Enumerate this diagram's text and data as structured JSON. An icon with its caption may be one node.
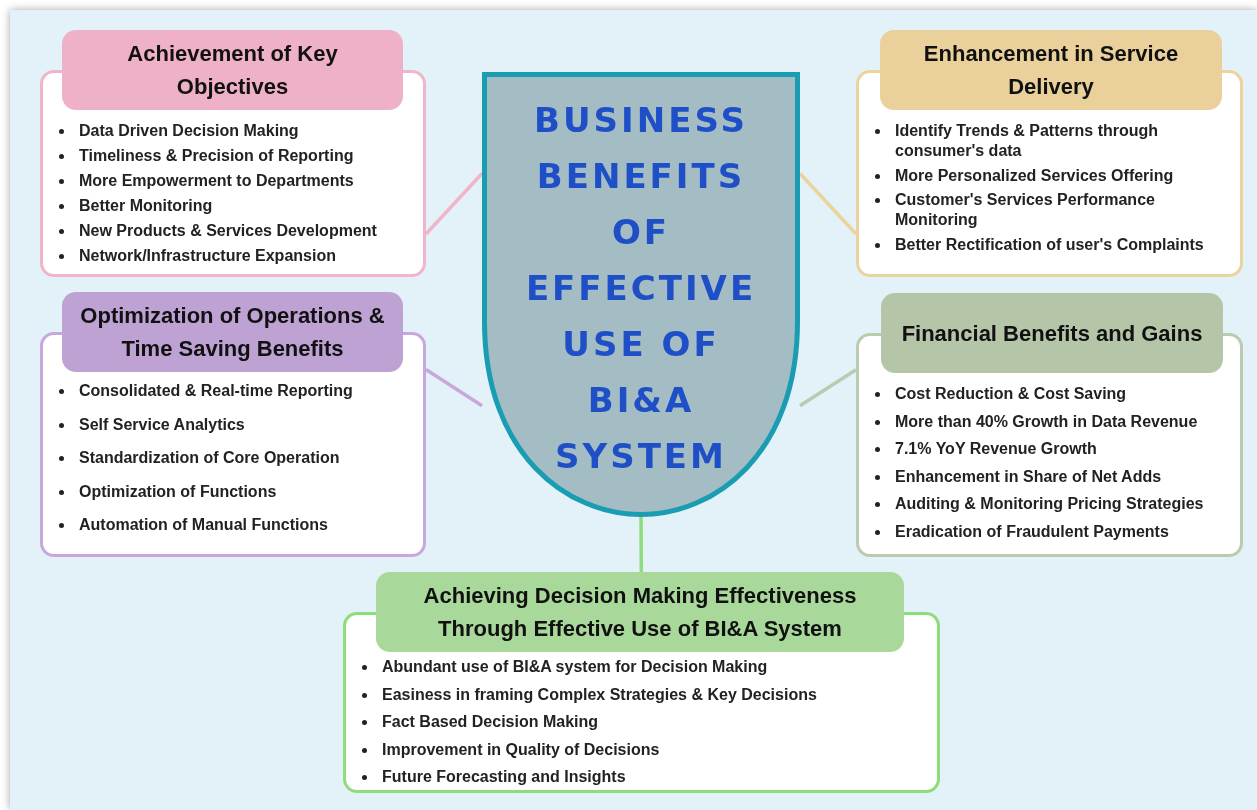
{
  "diagram": {
    "nodes": [
      {
        "text": [
          "Achievement of Key Objectives",
          "Data Driven Decision Making",
          "Timeliness & Precision of Reporting",
          "More Empowerment to Departments",
          "Better Monitoring",
          "New Products & Services Development",
          "Network/Infrastructure Expansion"
        ]
      },
      {
        "text": [
          "BUSINESS BENEFITS OF EFFECTIVE USE OF BI&A SYSTEM"
        ]
      },
      {
        "text": [
          "Enhancement in Service Delivery",
          "Identify Trends & Patterns through consumer's data",
          "More Personalized Services Offering",
          "Customer's Services Performance Monitoring",
          "Better Rectification of user's Complaints"
        ]
      },
      {
        "text": [
          "Optimization of Operations & Time Saving Benefits",
          "Consolidated & Real-time Reporting",
          "Self Service Analytics",
          "Standardization of Core Operation",
          "Optimization of Functions",
          "Automation of Manual Functions"
        ]
      },
      {
        "text": [
          "Financial Benefits and Gains",
          "Cost Reduction & Cost Saving",
          "More than 40% Growth in Data Revenue",
          "7.1% YoY Revenue Growth",
          "Enhancement in Share of Net Adds",
          "Auditing & Monitoring Pricing Strategies",
          "Eradication of Fraudulent Payments"
        ]
      },
      {
        "text": [
          "Achieving Decision Making Effectiveness Through Effective Use of BI&A System",
          "Abundant use of BI&A system for Decision Making",
          "Easiness in framing Complex Strategies & Key Decisions",
          "Fact Based Decision Making",
          "Improvement in Quality of Decisions",
          "Future Forecasting and Insights"
        ]
      }
    ],
    "edges": [
      {
        "from": 0,
        "to": 1,
        "arrow": "none",
        "color": "#f0b5cb"
      },
      {
        "from": 2,
        "to": 1,
        "arrow": "none",
        "color": "#ecd39c"
      },
      {
        "from": 3,
        "to": 1,
        "arrow": "none",
        "color": "#c8a8dc"
      },
      {
        "from": 4,
        "to": 1,
        "arrow": "none",
        "color": "#b9cbb0"
      },
      {
        "from": 5,
        "to": 1,
        "arrow": "none",
        "color": "#8fdc7a"
      }
    ]
  }
}
